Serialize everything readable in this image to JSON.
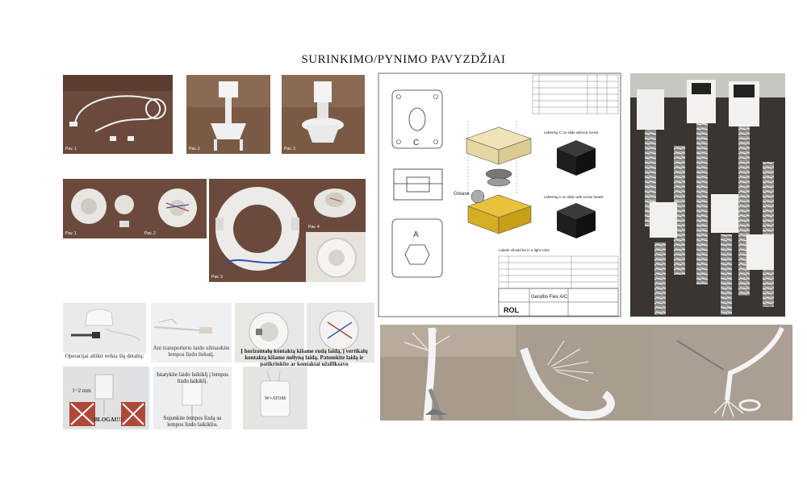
{
  "title": "SURINKIMO/PYNIMO PAVYZDŽIAI",
  "photo_captions": {
    "top": [
      "Pav. 1",
      "Pav. 2",
      "Pav. 3"
    ],
    "middle": [
      "Pav. 1",
      "Pav. 2",
      "Pav. 3",
      "Pav. 4"
    ]
  },
  "instructions": {
    "step1": "Operacijai atlikti reikia šių detalių:",
    "step2": "Ant transporterio laido užmaukite lempos lizdo liekutį.",
    "step3": "Į horizontalų kontaktą kišame rudą laidą, į vertikalų kontaktą kišame mėlyną laidą. Patomkite laidą ir patikrinkite ar kontaktai užsifiksavo",
    "step4": "Istatykite laido laikiklį į lempos lizdo laikiklį.",
    "step5": "Sujunkite lempos lizdą su lempos lizdo laikikliu.",
    "measure": "1~2 mm",
    "wrong": "BLOGAI!!!",
    "mark": "W=ATOM"
  },
  "drawing": {
    "labels": {
      "lettering_top": "Lettering C on slide without screw",
      "lettering_bottom": "Lettering A on slide with screw heads",
      "grease": "Grease",
      "note": "Labels should be in a light color",
      "company": "Gerafilo Flex A/C",
      "logo": "ROL",
      "box_a": "A",
      "box_c": "C"
    }
  },
  "colors": {
    "photo_bg": "#6b4a3c",
    "photo_light": "#d8d4cf",
    "yellow_part": "#e8c23a",
    "cream_part": "#efe3b8",
    "black_cube": "#1e1e1e",
    "rope_bg": "#a89a8c"
  }
}
